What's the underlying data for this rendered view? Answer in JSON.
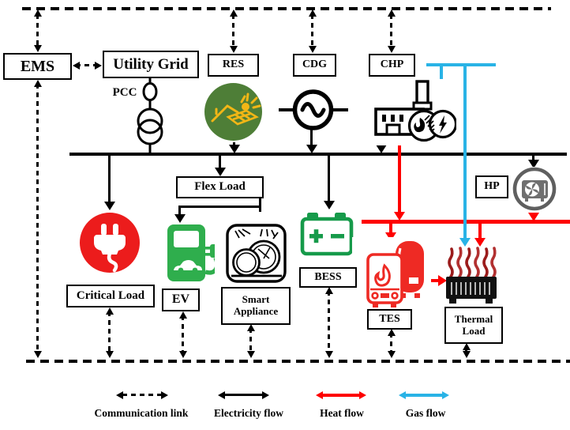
{
  "nodes": {
    "ems": "EMS",
    "utility_grid": "Utility Grid",
    "pcc": "PCC",
    "res": "RES",
    "cdg": "CDG",
    "chp": "CHP",
    "hp": "HP",
    "flex_load": "Flex Load",
    "critical_load": "Critical Load",
    "ev": "EV",
    "smart_appliance": {
      "line1": "Smart",
      "line2": "Appliance"
    },
    "bess": "BESS",
    "tes": "TES",
    "thermal_load": {
      "line1": "Thermal",
      "line2": "Load"
    }
  },
  "legend": {
    "items": [
      {
        "label": "Communication link",
        "style": "dashed-black-double-arrow"
      },
      {
        "label": "Electricity flow",
        "style": "solid-black-double-arrow"
      },
      {
        "label": "Heat flow",
        "style": "solid-red-double-arrow"
      },
      {
        "label": "Gas flow",
        "style": "solid-cyan-double-arrow"
      }
    ]
  },
  "colors": {
    "electricity": "#000000",
    "communication": "#000000",
    "heat": "#FE0000",
    "gas": "#29B3E6",
    "res_green": "#4E7E37",
    "solar_yellow": "#F2B616",
    "ev_green": "#2FAE4D",
    "bess_green": "#169A4A",
    "critical_red": "#EC1C1C",
    "tes_red": "#EE2A24",
    "heatwave_red": "#9B1C1C",
    "hp_gray": "#6F6F6F"
  }
}
